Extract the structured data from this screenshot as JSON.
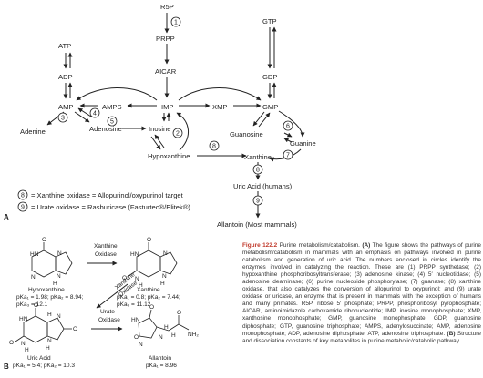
{
  "pathway": {
    "nodes": {
      "r5p": "R5P",
      "prpp": "PRPP",
      "aicar": "AICAR",
      "atp": "ATP",
      "adp": "ADP",
      "amp": "AMP",
      "amps": "AMPS",
      "imp": "IMP",
      "xmp": "XMP",
      "gmp": "GMP",
      "gdp": "GDP",
      "gtp": "GTP",
      "adenine": "Adenine",
      "adenosine": "Adenosine",
      "inosine": "Inosine",
      "hypoxanthine": "Hypoxanthine",
      "guanosine": "Guanosine",
      "guanine": "Guanine",
      "xanthine": "Xanthine",
      "uric_acid": "Uric Acid (humans)",
      "allantoin": "Allantoin (Most mammals)"
    },
    "steps": [
      "1",
      "2",
      "3",
      "4",
      "5",
      "6",
      "7",
      "8",
      "9"
    ],
    "legend": [
      {
        "num": "8",
        "text": "= Xanthine oxidase = Allopurinol/oxypurinol target"
      },
      {
        "num": "9",
        "text": "= Urate oxidase = Rasburicase (Fasturtec®/Elitek®)"
      }
    ],
    "panel_label": "A"
  },
  "structures": {
    "panel_label": "B",
    "enzymes": {
      "xo1": [
        "Xanthine",
        "Oxidase"
      ],
      "xo2": [
        "Xanthine",
        "Oxidase"
      ],
      "uo": [
        "Urate",
        "Oxidase"
      ]
    },
    "molecules": [
      {
        "name": "Hypoxanthine",
        "pka": [
          "pKa₁ = 1.98; pKa₂ = 8.94;",
          "pKa₃ = 12.1"
        ]
      },
      {
        "name": "Xanthine",
        "pka": [
          "pKa₁ = 0.8; pKa₂ = 7.44;",
          "pKa₃ = 11.12"
        ]
      },
      {
        "name": "Uric Acid",
        "pka": [
          "pKa₁ = 5.4; pKa₂ = 10.3"
        ]
      },
      {
        "name": "Allantoin",
        "pka": [
          "pKa₁ = 8.96"
        ]
      }
    ]
  },
  "caption": {
    "title": "Figure 122.2",
    "text_a": " Purine metabolism/catabolism. ",
    "label_a": "(A)",
    "body_a": " The figure shows the pathways of purine metabolism/catabolism in mammals with an emphasis on pathways involved in purine catabolism and generation of uric acid. The numbers enclosed in circles identify the enzymes involved in catalyzing the reaction. These are (1) PRPP synthetase; (2) hypoxanthine phosphoribosyltransferase; (3) adenosine kinase; (4) 5′ nucleotidase; (5) adenosine deaminase; (6) purine nucleoside phosphorylase; (7) guanase; (8) xanthine oxidase, that also catalyzes the conversion of allopurinol to oxypurinol; and (9) urate oxidase or uricase, an enzyme that is present in mammals with the exception of humans and many primates. R5P, ribose 5′ phosphate; PRPP, phosphoribosyl pyrophosphate; AICAR, aminoimidazole carboxamide ribonucleotide; IMP, inosine monophosphate; XMP, xanthosine monophosphate; GMP, guanosine monophosphate; GDP, guanosine diphosphate; GTP, guanosine triphosphate; AMPS, adenylosuccinate; AMP, adenosine monophosphate; ADP, adenosine diphosphate; ATP, adenosine triphosphate. ",
    "label_b": "(B)",
    "body_b": " Structure and dissociation constants of key metabolites in purine metabolic/catabolic pathway."
  }
}
